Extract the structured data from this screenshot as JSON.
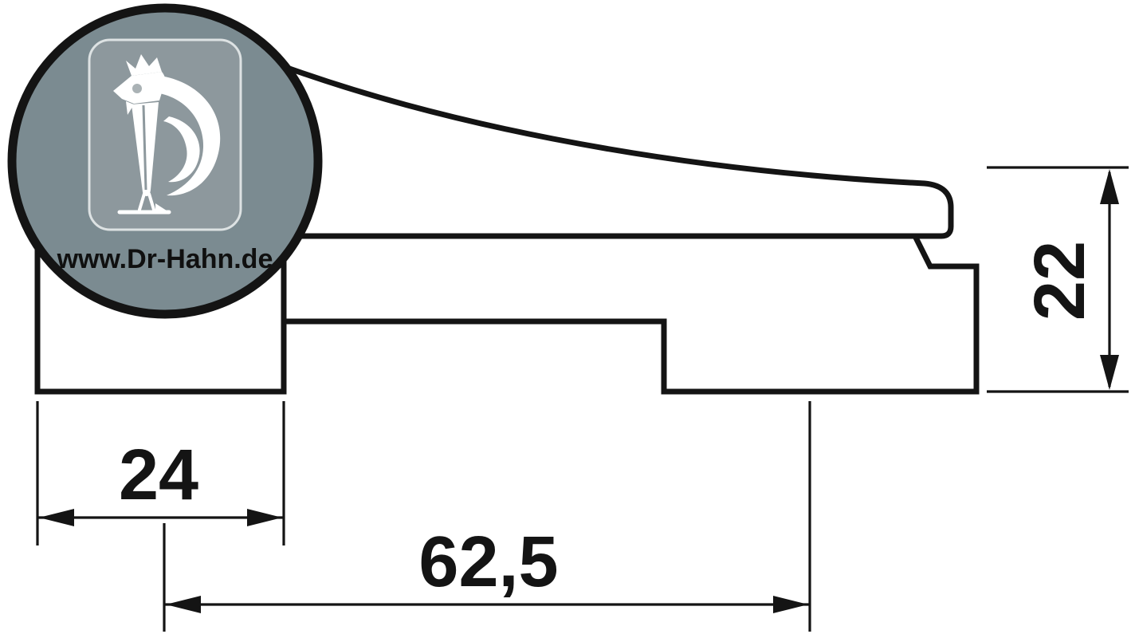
{
  "page": {
    "background": "#ffffff",
    "kind": "technical-dimension-drawing"
  },
  "logo": {
    "url_text": "www.Dr-Hahn.de",
    "icon": "rooster-icon"
  },
  "dimensions": {
    "block_width": {
      "value": "24",
      "orientation": "horizontal"
    },
    "hole_distance": {
      "value": "62,5",
      "orientation": "horizontal"
    },
    "profile_height": {
      "value": "22",
      "orientation": "vertical"
    }
  },
  "colors": {
    "line": "#141414",
    "text": "#141414",
    "badge_fill": "#7b8b91",
    "badge_border": "#141414",
    "panel": "#8d989d",
    "panel_border": "#dde2e3",
    "rooster": "#ffffff",
    "eye": "#aab2b5"
  }
}
